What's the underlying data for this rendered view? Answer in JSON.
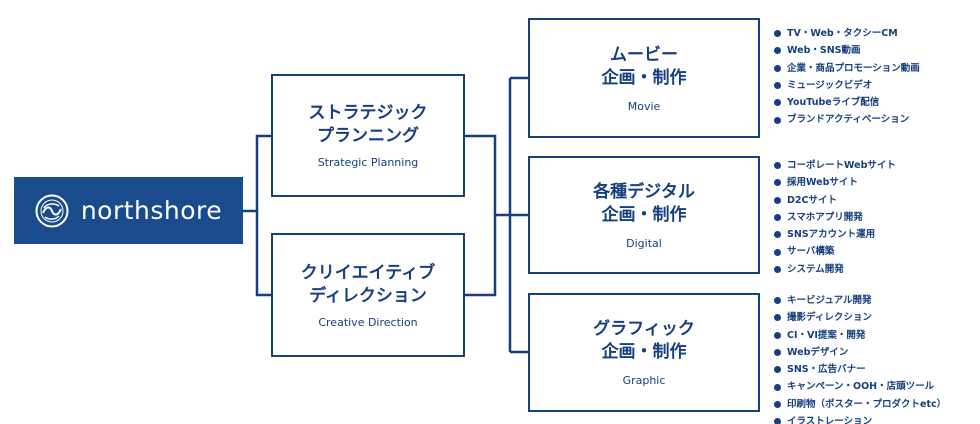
{
  "brand": {
    "name": "northshore",
    "logo_icon": "wave-circle-logo",
    "background_color": "#1a4b8c"
  },
  "accent_color": "#163f7f",
  "strategy": {
    "strategic_planning": {
      "title": "ストラテジック\nプランニング",
      "subtitle": "Strategic Planning"
    },
    "creative_direction": {
      "title": "クリイエイティブ\nディレクション",
      "subtitle": "Creative Direction"
    }
  },
  "production": {
    "movie": {
      "title": "ムービー\n企画・制作",
      "subtitle": "Movie",
      "items": [
        "TV・Web・タクシーCM",
        "Web・SNS動画",
        "企業・商品プロモーション動画",
        "ミュージックビデオ",
        "YouTubeライブ配信",
        "ブランドアクティベーション"
      ]
    },
    "digital": {
      "title": "各種デジタル\n企画・制作",
      "subtitle": "Digital",
      "items": [
        "コーポレートWebサイト",
        "採用Webサイト",
        "D2Cサイト",
        "スマホアプリ開発",
        "SNSアカウント運用",
        "サーバ構築",
        "システム開発"
      ]
    },
    "graphic": {
      "title": "グラフィック\n企画・制作",
      "subtitle": "Graphic",
      "items": [
        "キービジュアル開発",
        "撮影ディレクション",
        "CI・VI提案・開発",
        "Webデザイン",
        "SNS・広告バナー",
        "キャンペーン・OOH・店頭ツール",
        "印刷物（ポスター・プロダクトetc）",
        "イラストレーション"
      ]
    }
  }
}
